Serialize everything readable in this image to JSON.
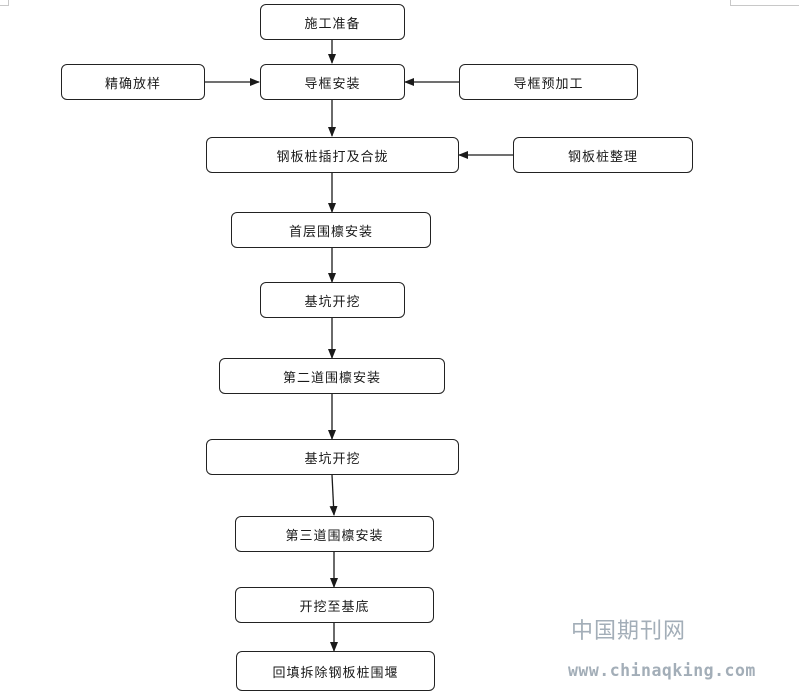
{
  "flowchart": {
    "steps": [
      "施工准备",
      "导框安装",
      "钢板桩插打及合拢",
      "首层围檩安装",
      "基坑开挖",
      "第二道围檩安装",
      "基坑开挖",
      "第三道围檩安装",
      "开挖至基底",
      "回填拆除钢板桩围堰"
    ],
    "side_inputs": [
      {
        "label": "精确放样",
        "target_step": 1,
        "side": "left"
      },
      {
        "label": "导框预加工",
        "target_step": 1,
        "side": "right"
      },
      {
        "label": "钢板桩整理",
        "target_step": 2,
        "side": "right"
      }
    ],
    "line_color": "#1a1a1a"
  },
  "watermark": {
    "site_name": "中国期刊网",
    "url": "www.chinaqking.com",
    "color": "#a3aeb8"
  }
}
